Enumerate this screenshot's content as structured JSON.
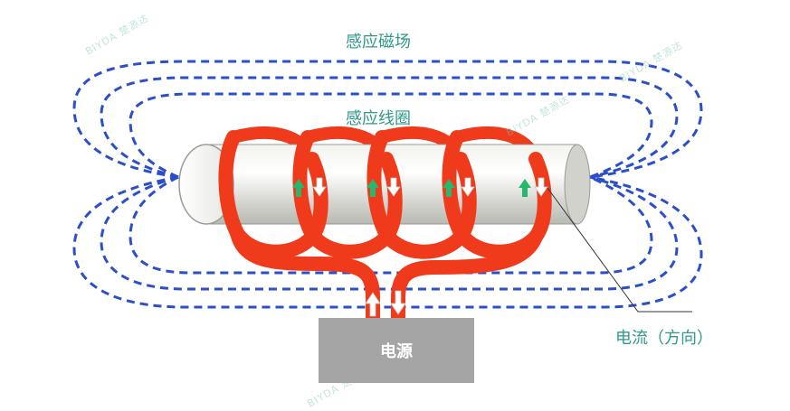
{
  "labels": {
    "induced_field": "感应磁场",
    "induction_coil": "感应线圈",
    "current_direction": "电流（方向）",
    "power_source": "电源"
  },
  "watermarks": [
    "BIYDA 楚源达",
    "BIYDA 楚源达",
    "BIYDA 楚源达",
    "BIYDA 楚源达"
  ],
  "colors": {
    "field_lines": "#2a4fc9",
    "coil": "#ef3b1c",
    "label_text": "#2f9a8a",
    "power_box": "#a5a5a5",
    "up_arrow": "#26b86c",
    "down_arrow": "#ffffff"
  }
}
